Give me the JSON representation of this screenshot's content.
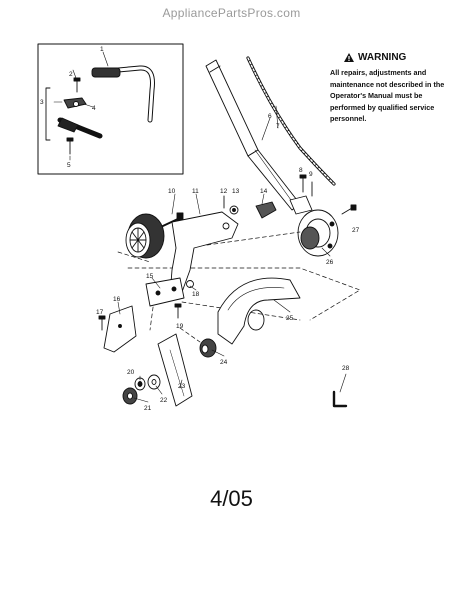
{
  "header": {
    "watermark": "AppliancePartsPros.com"
  },
  "warning": {
    "title": "WARNING",
    "icon": "warning-triangle-icon",
    "text": "All repairs, adjustments and maintenance not described in the Operator's Manual must be performed by qualified service personnel."
  },
  "footer": {
    "date": "4/05"
  },
  "callouts": [
    "1",
    "2",
    "3",
    "4",
    "5",
    "6",
    "7",
    "8",
    "9",
    "10",
    "11",
    "12",
    "13",
    "14",
    "15",
    "16",
    "17",
    "18",
    "19",
    "20",
    "21",
    "22",
    "23",
    "24",
    "25",
    "26",
    "27",
    "28"
  ]
}
